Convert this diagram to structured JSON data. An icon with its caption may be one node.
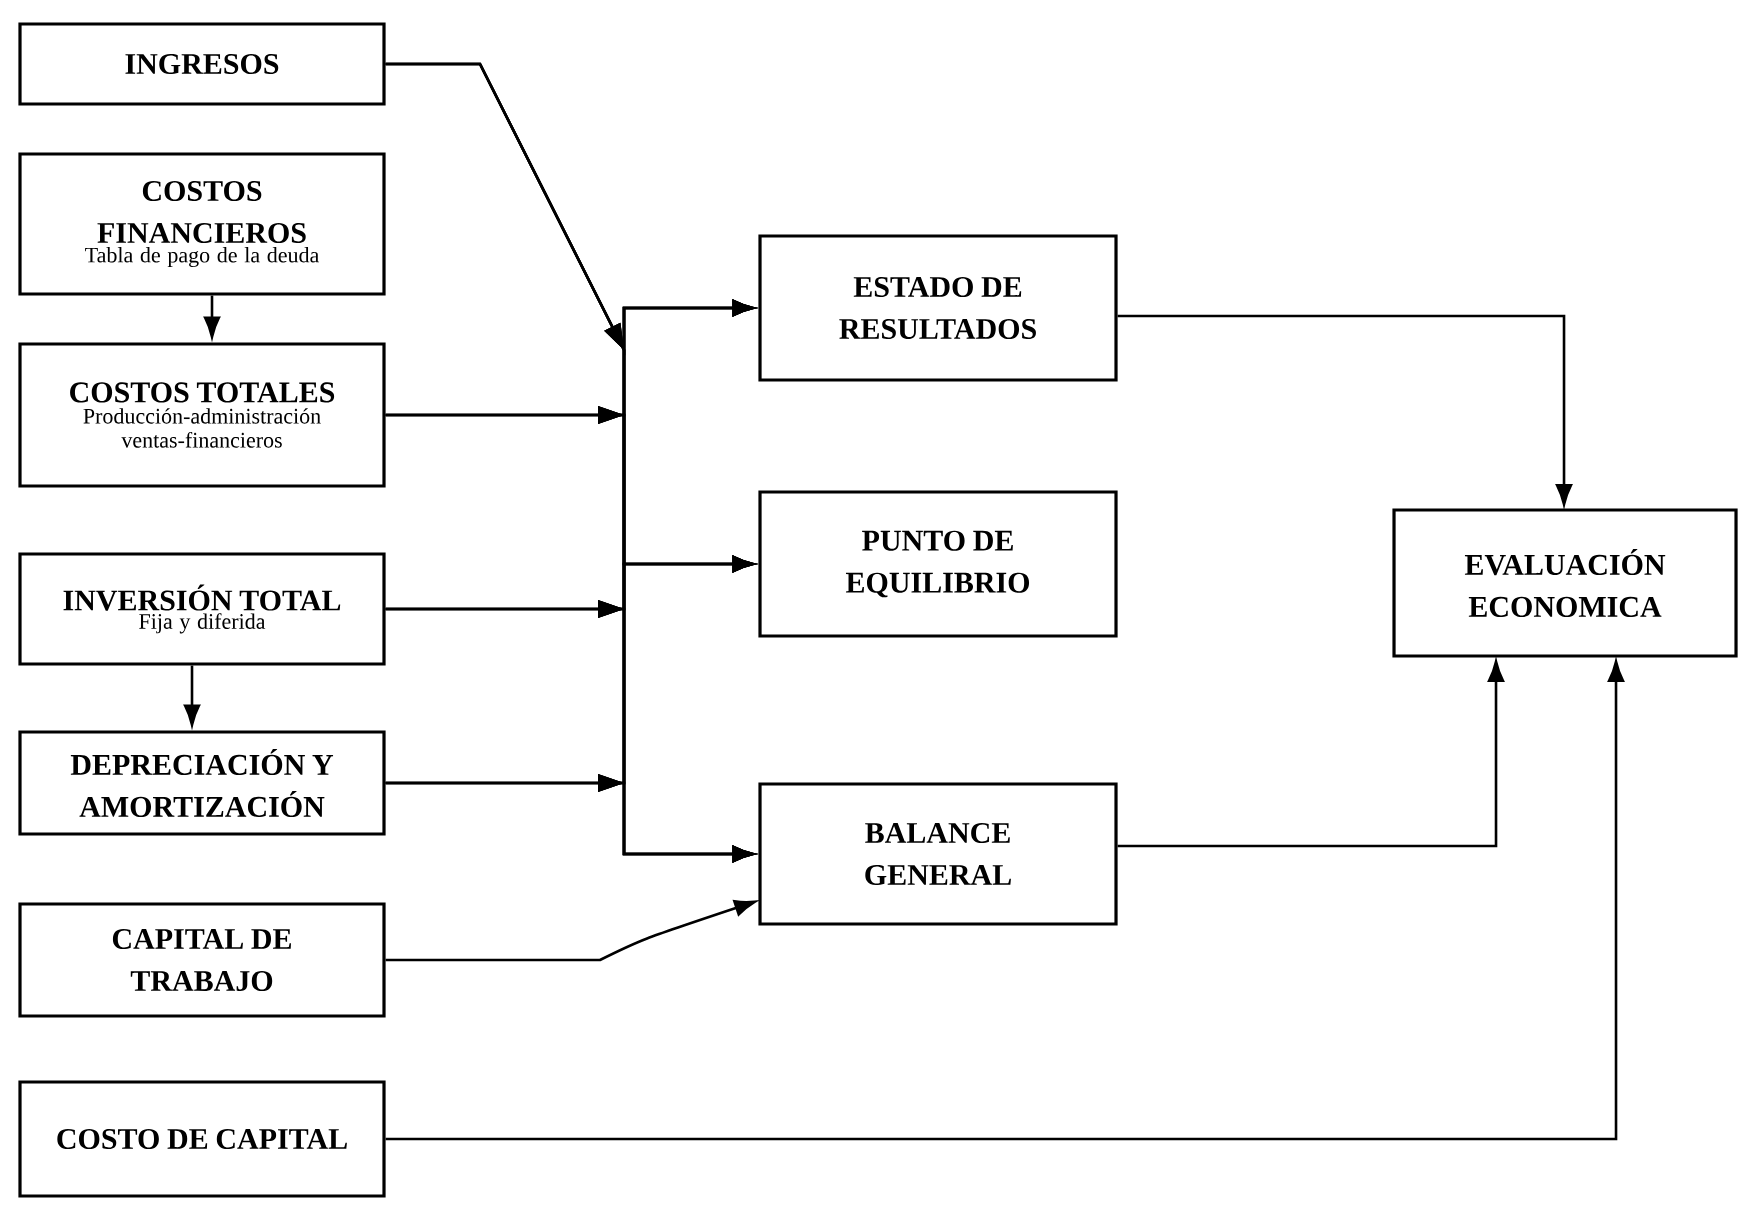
{
  "diagram": {
    "nodes": [
      {
        "text": [
          "INGRESOS"
        ]
      },
      {
        "text": [
          "COSTOS FINANCIEROS",
          "Tabla de pago de la deuda"
        ]
      },
      {
        "text": [
          "COSTOS TOTALES",
          "Producción-administración ventas-financieros"
        ]
      },
      {
        "text": [
          "INVERSIÓN TOTAL",
          "Fija y diferida"
        ]
      },
      {
        "text": [
          "DEPRECIACIÓN Y AMORTIZACIÓN"
        ]
      },
      {
        "text": [
          "CAPITAL DE TRABAJO"
        ]
      },
      {
        "text": [
          "COSTO DE CAPITAL"
        ]
      },
      {
        "text": [
          "ESTADO DE RESULTADOS"
        ]
      },
      {
        "text": [
          "PUNTO DE EQUILIBRIO"
        ]
      },
      {
        "text": [
          "BALANCE GENERAL"
        ]
      },
      {
        "text": [
          "EVALUACIÓN ECONOMICA"
        ]
      }
    ],
    "edges": [
      {
        "from": 1,
        "to": 2,
        "arrow": "to"
      },
      {
        "from": 3,
        "to": 4,
        "arrow": "to"
      },
      {
        "from": 0,
        "to": 7,
        "arrow": "to"
      },
      {
        "from": 0,
        "to": 8,
        "arrow": "to"
      },
      {
        "from": 0,
        "to": 9,
        "arrow": "to"
      },
      {
        "from": 2,
        "to": 7,
        "arrow": "to"
      },
      {
        "from": 2,
        "to": 8,
        "arrow": "to"
      },
      {
        "from": 2,
        "to": 9,
        "arrow": "to"
      },
      {
        "from": 3,
        "to": 7,
        "arrow": "to"
      },
      {
        "from": 3,
        "to": 8,
        "arrow": "to"
      },
      {
        "from": 3,
        "to": 9,
        "arrow": "to"
      },
      {
        "from": 4,
        "to": 7,
        "arrow": "to"
      },
      {
        "from": 4,
        "to": 8,
        "arrow": "to"
      },
      {
        "from": 4,
        "to": 9,
        "arrow": "to"
      },
      {
        "from": 5,
        "to": 9,
        "arrow": "to"
      },
      {
        "from": 7,
        "to": 10,
        "arrow": "to"
      },
      {
        "from": 9,
        "to": 10,
        "arrow": "to"
      },
      {
        "from": 6,
        "to": 10,
        "arrow": "to"
      }
    ]
  }
}
